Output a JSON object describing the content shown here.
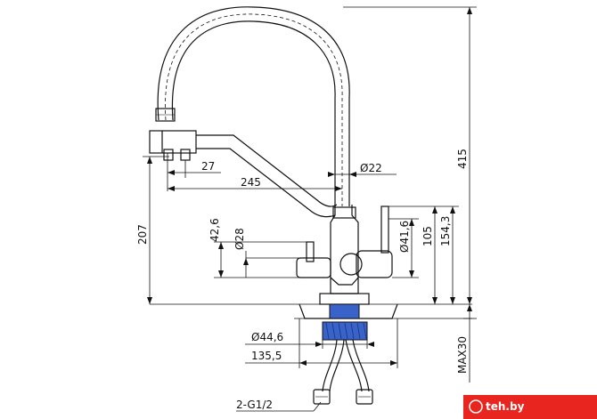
{
  "dimensions": {
    "d27": "27",
    "d245": "245",
    "d22": "Ø22",
    "d207": "207",
    "d415": "415",
    "d42_6": "42,6",
    "d28": "Ø28",
    "d41_6": "Ø41,6",
    "d105": "105",
    "d154_3": "154,3",
    "d44_6": "Ø44,6",
    "d135_5": "135,5",
    "max30": "MAX30",
    "thread": "2-G1/2"
  },
  "watermark": {
    "text": "teh.by",
    "bg_color": "#e8251f"
  },
  "colors": {
    "thread_blue": "#3a63c9",
    "thread_dark": "#1e3c8c",
    "line": "#111111"
  }
}
